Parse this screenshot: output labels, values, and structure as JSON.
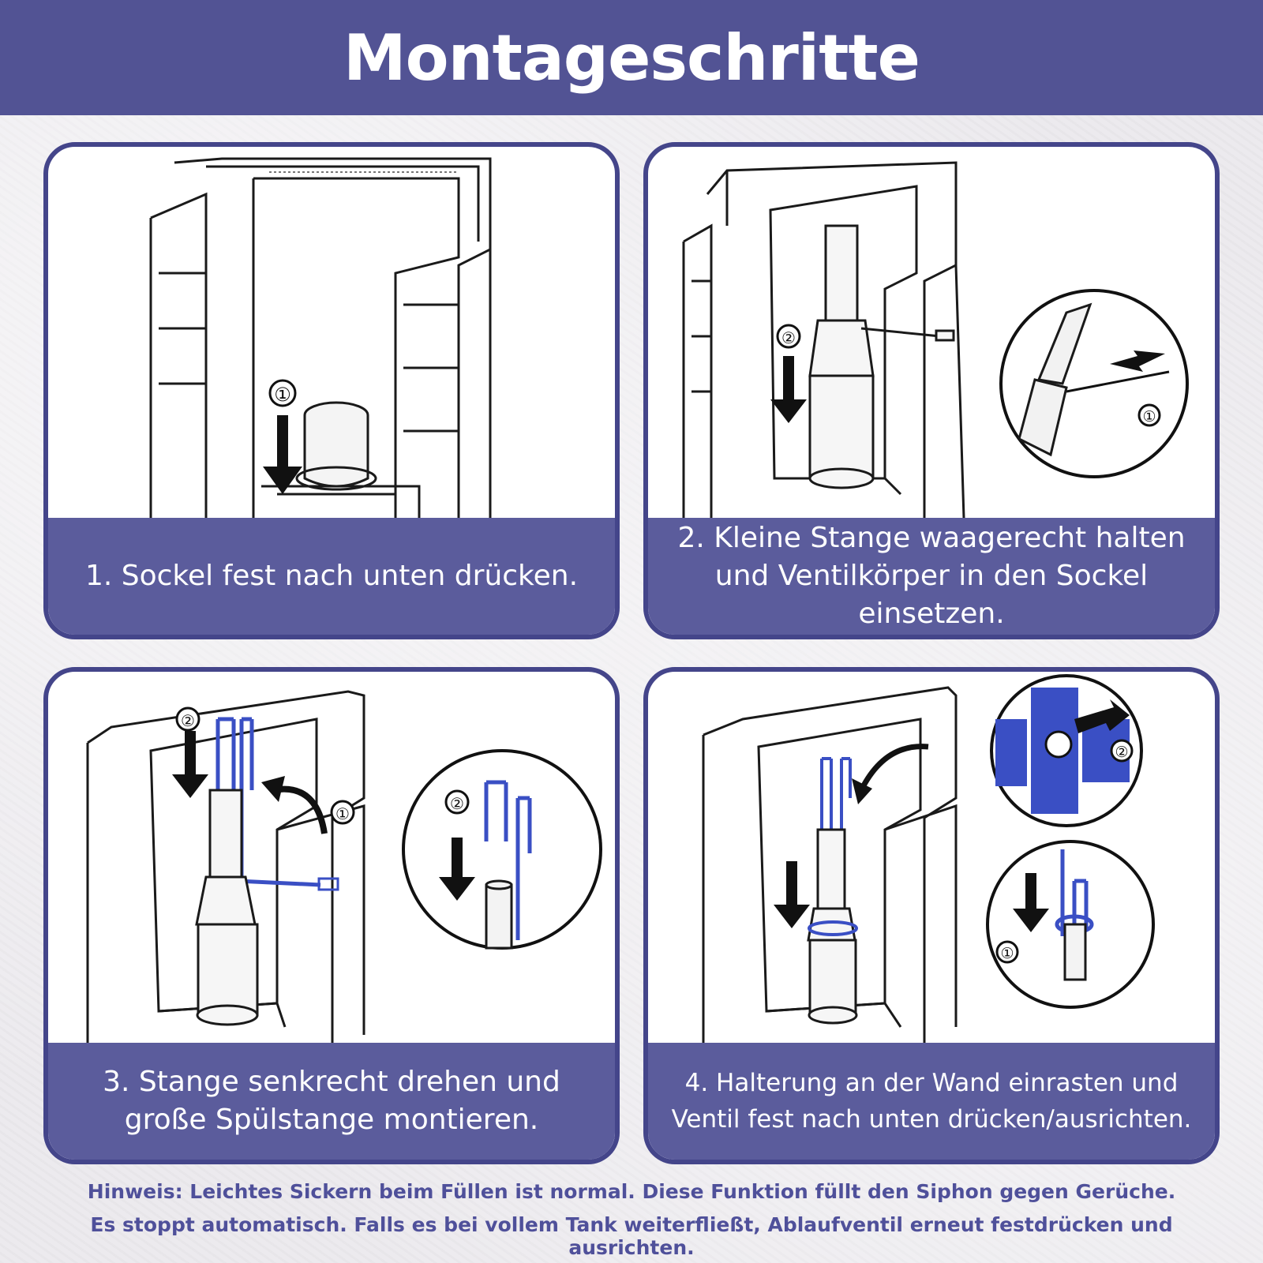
{
  "title": "Montageschritte",
  "steps": [
    {
      "caption": "1. Sockel fest nach unten drücken.",
      "markers": [
        "①"
      ]
    },
    {
      "caption": "2. Kleine Stange waagerecht halten und Ventilkörper in den Sockel einsetzen.",
      "markers": [
        "②",
        "①"
      ]
    },
    {
      "caption": "3. Stange senkrecht drehen und große Spülstange montieren.",
      "markers": [
        "②",
        "①",
        "②"
      ]
    },
    {
      "caption": "4. Halterung an der Wand einrasten und Ventil fest nach unten drücken/ausrichten.",
      "markers": [
        "②",
        "①"
      ]
    }
  ],
  "note": {
    "line1": "Hinweis: Leichtes Sickern beim Füllen ist normal. Diese Funktion füllt den Siphon gegen Gerüche.",
    "line2": "Es stoppt automatisch. Falls es bei vollem Tank weiterfließt, Ablaufventil erneut festdrücken und ausrichten."
  },
  "colors": {
    "header": "#525394",
    "caption": "#5b5c9c",
    "border": "#44458a",
    "part_blue": "#3a4fc4",
    "note_text": "#4f509a"
  }
}
